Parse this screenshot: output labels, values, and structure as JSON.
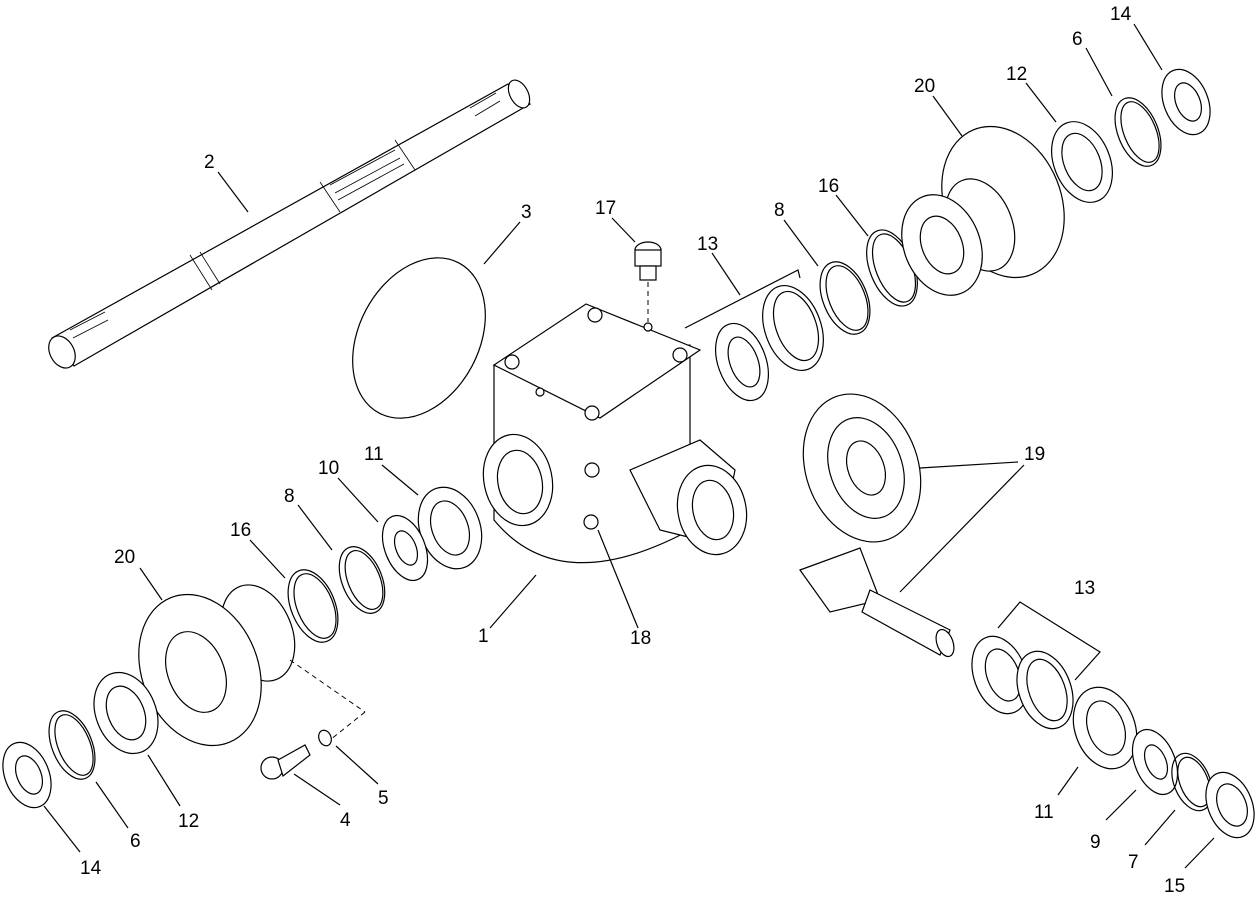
{
  "callouts": [
    {
      "id": "c2",
      "text": "2"
    },
    {
      "id": "c3",
      "text": "3"
    },
    {
      "id": "c17",
      "text": "17"
    },
    {
      "id": "c13a",
      "text": "13"
    },
    {
      "id": "c8a",
      "text": "8"
    },
    {
      "id": "c16a",
      "text": "16"
    },
    {
      "id": "c20a",
      "text": "20"
    },
    {
      "id": "c12a",
      "text": "12"
    },
    {
      "id": "c6a",
      "text": "6"
    },
    {
      "id": "c14a",
      "text": "14"
    },
    {
      "id": "c19",
      "text": "19"
    },
    {
      "id": "c11a",
      "text": "11"
    },
    {
      "id": "c10",
      "text": "10"
    },
    {
      "id": "c8b",
      "text": "8"
    },
    {
      "id": "c16b",
      "text": "16"
    },
    {
      "id": "c20b",
      "text": "20"
    },
    {
      "id": "c1",
      "text": "1"
    },
    {
      "id": "c18",
      "text": "18"
    },
    {
      "id": "c13b",
      "text": "13"
    },
    {
      "id": "c5",
      "text": "5"
    },
    {
      "id": "c4",
      "text": "4"
    },
    {
      "id": "c12b",
      "text": "12"
    },
    {
      "id": "c6b",
      "text": "6"
    },
    {
      "id": "c14b",
      "text": "14"
    },
    {
      "id": "c11b",
      "text": "11"
    },
    {
      "id": "c9",
      "text": "9"
    },
    {
      "id": "c7",
      "text": "7"
    },
    {
      "id": "c15",
      "text": "15"
    }
  ]
}
